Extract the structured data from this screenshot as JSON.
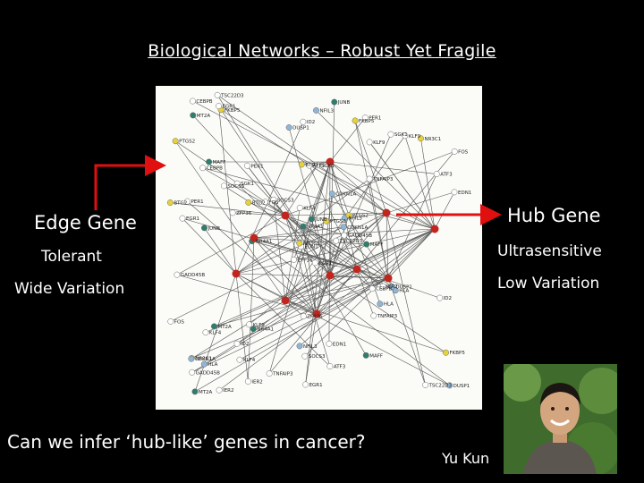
{
  "slide": {
    "title": "Biological Networks – Robust Yet Fragile",
    "left": {
      "heading": "Edge Gene",
      "trait_1": "Tolerant",
      "trait_2": "Wide Variation"
    },
    "right": {
      "heading": "Hub Gene",
      "trait_1": "Ultrasensitive",
      "trait_2": "Low Variation"
    },
    "question": "Can we infer ‘hub-like’ genes in cancer?",
    "author": "Yu Kun"
  },
  "network": {
    "node_labels": [
      "EGR1",
      "CEBPB",
      "EDN1",
      "NR3C1",
      "NFIL3",
      "NR4A1",
      "PER1",
      "SGK1",
      "KLF9",
      "TSC22D3",
      "FKBP5",
      "DUSP1",
      "JUNB",
      "FOS",
      "ZFP36",
      "TNFAIP3",
      "IER2",
      "BTG2",
      "CDKN1A",
      "MT2A",
      "SOCS3",
      "GADD45B",
      "KLF4",
      "ATF3",
      "PTGS2",
      "HLA",
      "MAFF",
      "ID2"
    ]
  },
  "colors": {
    "background": "#000000",
    "text": "#ffffff",
    "arrow": "#e01010",
    "hub_node": "#c0261e",
    "edge_node_yellow": "#e6d23a",
    "edge_node_teal": "#2e7d6d",
    "edge_node_blue": "#8fb6d6"
  }
}
